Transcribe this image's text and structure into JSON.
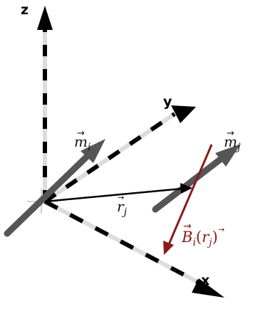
{
  "diagram": {
    "axes": {
      "z_label": "z",
      "y_label": "y",
      "x_label": "x"
    },
    "labels": {
      "moment_i": {
        "base": "m",
        "sub": "i"
      },
      "moment_j": {
        "base": "m",
        "sub": "j"
      },
      "position_j": {
        "base": "r",
        "sub": "j"
      },
      "field": {
        "base": "B",
        "sub": "i",
        "arg_open": "(",
        "arg_base": "r",
        "arg_sub": "j",
        "arg_close": ")"
      }
    },
    "colors": {
      "axis_dark": "#000000",
      "axis_light": "#dcdcdc",
      "moment": "#555555",
      "field": "#8b1a1a",
      "vector": "#000000"
    }
  }
}
